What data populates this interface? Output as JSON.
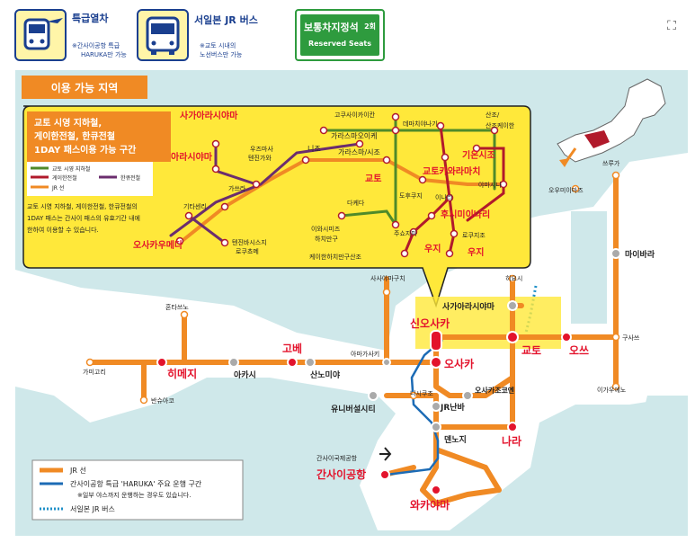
{
  "header": {
    "limited_express": {
      "title": "특급열차",
      "note1": "※간사이공항 특급",
      "note2": "HARUKA만 가능"
    },
    "bus": {
      "title": "서일본 JR 버스",
      "note1": "※교토 시내의",
      "note2": "노선버스만 가능"
    },
    "reserved": {
      "line1": "보통차지정석",
      "count": "2회",
      "line2": "Reserved Seats"
    }
  },
  "map": {
    "section_title": "이용 가능 지역",
    "inset": {
      "heading1": "교토 시영 지하철,",
      "heading2": "게이한전철, 한큐전철",
      "heading3": "1DAY 패스이용 가능 구간",
      "legend": [
        {
          "label": "교토 시영 지하철",
          "color": "#4f8a2a"
        },
        {
          "label": "게이한전철",
          "color": "#b11a2b"
        },
        {
          "label": "한큐전철",
          "color": "#6b2d6e"
        },
        {
          "label": "JR 선",
          "color": "#f08a24"
        }
      ],
      "note1": "교토 시영 지하철, 게이한전철, 한큐전철의",
      "note2": "1DAY 패스는 간사이 패스의 유효기간 내에",
      "note3": "한하여 이용할 수 있습니다.",
      "labels": {
        "sagaarashiyama": "사가아라시야마",
        "arashiyama": "아라시야마",
        "uzumasa1": "우즈마사",
        "uzumasa2": "텐진가와",
        "katsura": "가쓰라",
        "kitasenri": "기타센리",
        "osakaumeda": "오사카우메다",
        "tenjinbashi1": "텐진바시스지",
        "tenjinbashi2": "로쿠쵸메",
        "kokusaikaikan": "고쿠사이카이칸",
        "demachiyanagi": "데마치야나기",
        "nijo": "니조",
        "karasumaoike": "가라스마오이케",
        "karasuma_shijo": "가라스마/시조",
        "sanjo1": "산조/",
        "sanjo2": "산조케이한",
        "gionshijo": "기온시조",
        "kyoto_inset": "교토",
        "kyotokawaramachi": "교토카와라마치",
        "tofukuji": "도후쿠지",
        "yamashina": "야마시나",
        "daigo": "다케다",
        "inari": "이나리",
        "fushimiinari": "후시미이나리",
        "iwashimizu1": "이와시미즈",
        "iwashimizu2": "하치만구",
        "chushojima": "주쇼지마",
        "rokujizo": "로쿠지조",
        "uji_a": "우지",
        "uji_b": "우지",
        "keihan_terminal": "케이한하치만구산조"
      }
    },
    "stations": {
      "tsuruga": "쓰루가",
      "omiimaizu": "오우미이마즈",
      "maibara": "마이바라",
      "kusatsu": "구사쓰",
      "otsu": "오쓰",
      "iga": "이가우에노",
      "hieizan": "히요시",
      "sasayama": "사사야마구치",
      "sagaarashiyama_main": "사가아라시야마",
      "kyoto_main": "교토",
      "shinosaka": "신오사카",
      "osaka": "오사카",
      "osakajokoen": "오사카조코엔",
      "amagasaki": "아마가사키",
      "kobe": "고베",
      "sannomiya": "산노미야",
      "akashi": "아카시",
      "himeji": "히메지",
      "kamigori": "가미고리",
      "bansyuako": "반슈아코",
      "hoto": "혼타쓰노",
      "nishikujo": "니시쿠조",
      "universal": "유니버설시티",
      "jrnamba": "JR난바",
      "tennoji": "덴노지",
      "nara": "나라",
      "kansaiairport_sub": "간사이국제공항",
      "kansaiairport": "간사이공항",
      "wakayama": "와카야마"
    },
    "legend": {
      "jr": "JR 선",
      "haruka": "간사이공항 특급 'HARUKA' 주요 운행 구간",
      "haruka_note": "※일부 야스까지 운행하는 경우도 있습니다.",
      "bus": "서일본 JR 버스"
    },
    "colors": {
      "jr": "#f08a24",
      "haruka": "#1c6bb5",
      "bus": "#1e90c8",
      "sea": "#cfe8ea",
      "land": "#ffffff",
      "inset": "#ffe83a",
      "title_bg": "#f08a24"
    }
  }
}
